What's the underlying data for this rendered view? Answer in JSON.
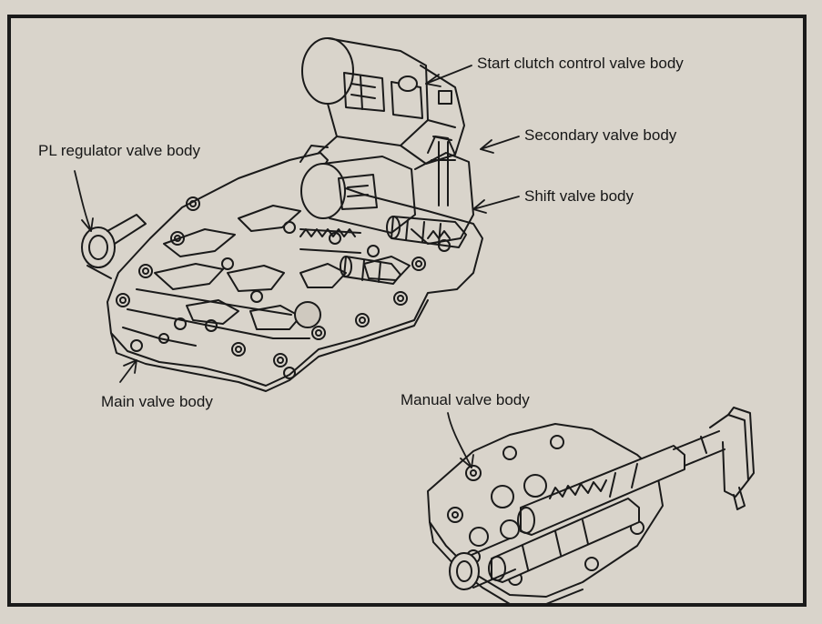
{
  "labels": {
    "start_clutch": "Start clutch control valve body",
    "secondary": "Secondary valve body",
    "shift": "Shift valve body",
    "pl_regulator": "PL regulator valve body",
    "main": "Main valve body",
    "manual": "Manual valve body"
  },
  "colors": {
    "line": "#1a1a1a",
    "background": "#d9d4cb"
  }
}
